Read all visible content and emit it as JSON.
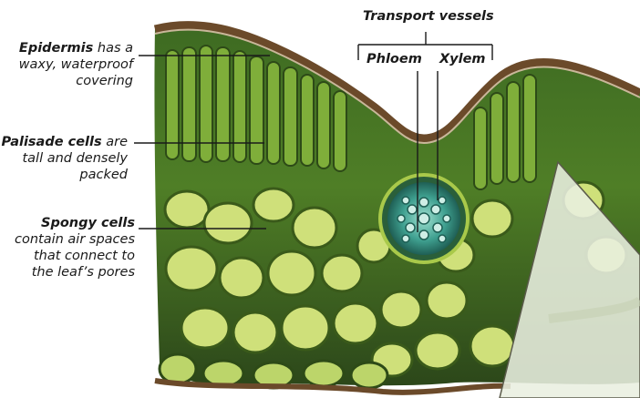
{
  "labels": {
    "epidermis": {
      "term": "Epidermis",
      "rest": " has a",
      "line2": "waxy, waterproof",
      "line3": "covering"
    },
    "palisade": {
      "term": "Palisade cells",
      "rest": " are",
      "line2": "tall and densely",
      "line3": "packed"
    },
    "spongy": {
      "term": "Spongy cells",
      "line2": "contain air spaces",
      "line3": "that connect to",
      "line4": "the leaf’s pores"
    },
    "transport": "Transport vessels",
    "phloem": "Phloem",
    "xylem": "Xylem"
  },
  "colors": {
    "leaf_dark": "#2f4d1c",
    "leaf_mid": "#5f8f2a",
    "leaf_light": "#a9c94a",
    "epidermis": "#6b4a2a",
    "vessel": "#2f8f86",
    "zoom_overlay": "#e9efe0"
  }
}
